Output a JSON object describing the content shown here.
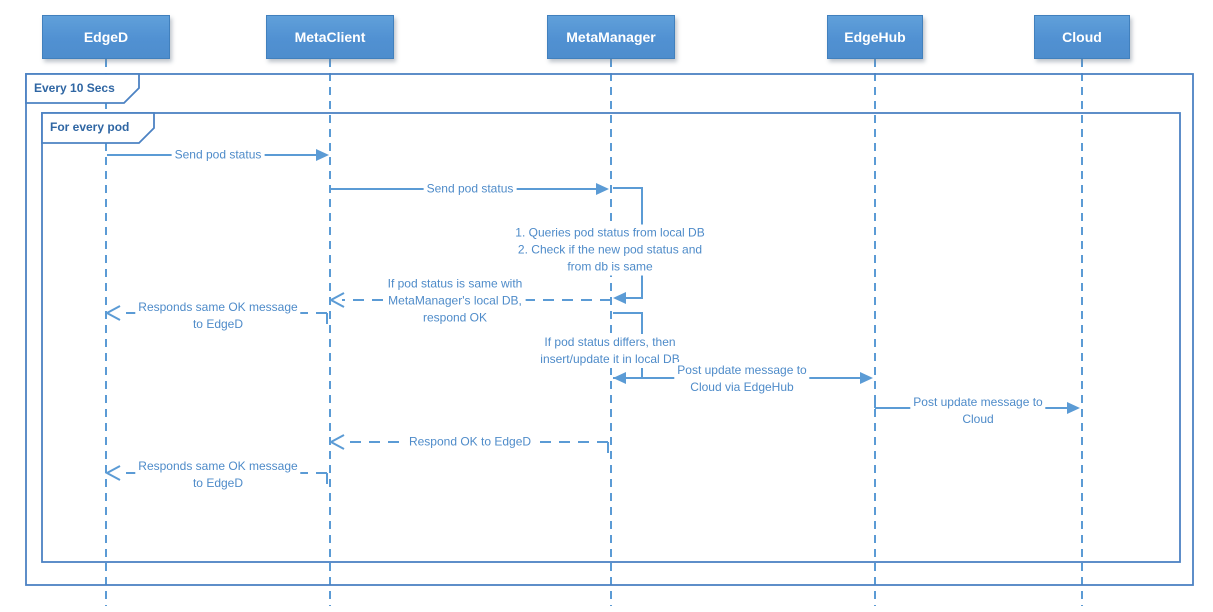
{
  "colors": {
    "actor_fill": "#5191d2",
    "actor_border": "#4180bd",
    "actor_text": "#ffffff",
    "line_blue": "#5b9bd5",
    "frame_border": "#4c82c3",
    "message_text": "#4e8bc9",
    "frame_label_text": "#2f66a3",
    "background": "#ffffff"
  },
  "actors": [
    {
      "name": "EdgeD"
    },
    {
      "name": "MetaClient"
    },
    {
      "name": "MetaManager"
    },
    {
      "name": "EdgeHub"
    },
    {
      "name": "Cloud"
    }
  ],
  "frames": {
    "outer": {
      "label": "Every 10 Secs"
    },
    "inner": {
      "label": "For every pod"
    }
  },
  "messages": {
    "m1": {
      "label": "Send pod status",
      "from": "EdgeD",
      "to": "MetaClient",
      "style": "solid"
    },
    "m2": {
      "label": "Send pod status",
      "from": "MetaClient",
      "to": "MetaManager",
      "style": "solid"
    },
    "m3": {
      "lines": [
        "1. Queries pod status from local DB",
        "2. Check if the new pod status and",
        "from db is same"
      ],
      "from": "MetaManager",
      "to": "MetaManager",
      "style": "self-solid"
    },
    "m4": {
      "lines": [
        "If pod status is same with",
        "MetaManager's local DB,",
        "respond OK"
      ],
      "from": "MetaManager",
      "to": "MetaClient",
      "style": "dashed"
    },
    "m5": {
      "lines": [
        "Responds same OK message",
        "to EdgeD"
      ],
      "from": "MetaClient",
      "to": "EdgeD",
      "style": "dashed"
    },
    "m6": {
      "lines": [
        "If pod status differs, then",
        "insert/update it in local DB"
      ],
      "from": "MetaManager",
      "to": "MetaManager",
      "style": "self-solid"
    },
    "m7": {
      "lines": [
        "Post update message to",
        "Cloud via EdgeHub"
      ],
      "from": "MetaManager",
      "to": "EdgeHub",
      "style": "solid"
    },
    "m8": {
      "lines": [
        "Post update message to",
        "Cloud"
      ],
      "from": "EdgeHub",
      "to": "Cloud",
      "style": "solid"
    },
    "m9": {
      "label": "Respond OK to EdgeD",
      "from": "MetaManager",
      "to": "MetaClient",
      "style": "dashed"
    },
    "m10": {
      "lines": [
        "Responds same OK message",
        "to EdgeD"
      ],
      "from": "MetaClient",
      "to": "EdgeD",
      "style": "dashed"
    }
  }
}
